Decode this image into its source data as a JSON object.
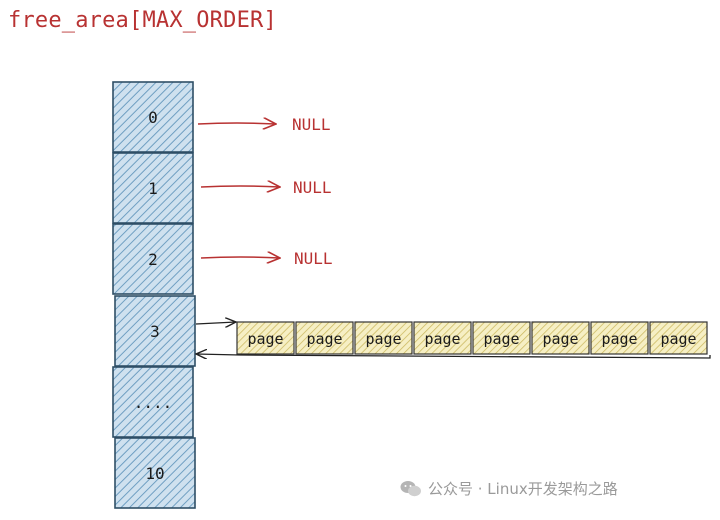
{
  "title": "free_area[MAX_ORDER]",
  "colors": {
    "cell_fill": "#cfe1ef",
    "cell_hatch": "#6f9fc2",
    "cell_border": "#2f4f66",
    "null_color": "#b83232",
    "page_fill": "#f6efc4",
    "page_hatch": "#cbb85f",
    "page_border": "#333333",
    "link_color": "#222222",
    "watermark_color": "#9a9a9a"
  },
  "cells": [
    "0",
    "1",
    "2",
    "3",
    "....",
    "10"
  ],
  "null_label": "NULL",
  "null_rows": [
    0,
    1,
    2
  ],
  "linked_row": 3,
  "pages": [
    "page",
    "page",
    "page",
    "page",
    "page",
    "page",
    "page",
    "page"
  ],
  "watermark": {
    "icon": "wechat-icon",
    "text": "公众号 · Linux开发架构之路"
  }
}
